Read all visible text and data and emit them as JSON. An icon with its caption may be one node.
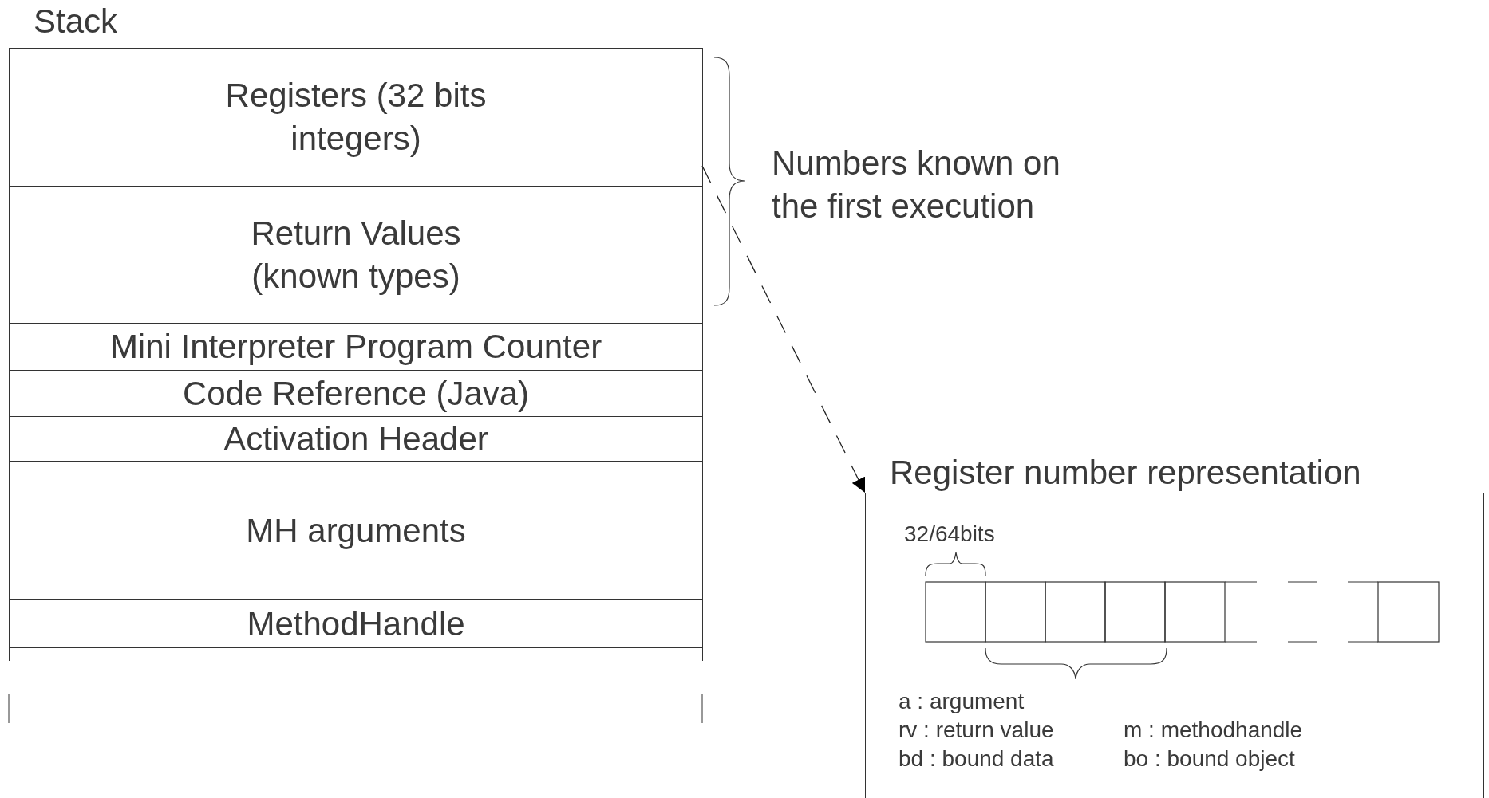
{
  "diagram": {
    "nodes": [
      {
        "text": [
          "Stack"
        ]
      },
      {
        "text": [
          "Registers (32 bits integers)"
        ],
        "in": 0
      },
      {
        "text": [
          "Return Values (known types)"
        ],
        "in": 0
      },
      {
        "text": [
          "Mini Interpreter Program Counter"
        ],
        "in": 0
      },
      {
        "text": [
          "Code Reference (Java)"
        ],
        "in": 0
      },
      {
        "text": [
          "Activation Header"
        ],
        "in": 0
      },
      {
        "text": [
          "MH arguments"
        ],
        "in": 0
      },
      {
        "text": [
          "MethodHandle"
        ],
        "in": 0
      },
      {
        "text": [
          "Register number representation"
        ]
      }
    ],
    "edges": [
      {
        "from": 1,
        "to": 8,
        "arrow": "to",
        "style": "dashed"
      }
    ],
    "labels": [
      "Numbers known on the first execution",
      "32/64bits",
      "a : argument",
      "rv : return value",
      "m : methodhandle",
      "bd : bound data",
      "bo : bound object"
    ]
  }
}
